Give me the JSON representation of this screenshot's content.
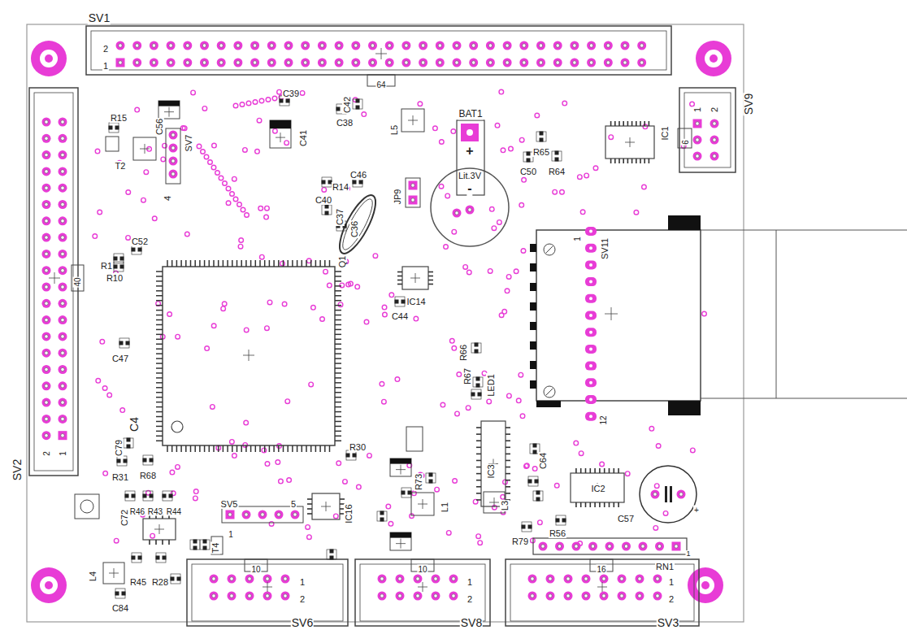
{
  "diagram": {
    "labels": [
      "SV1",
      "2",
      "1",
      "64",
      "SV9",
      "1",
      "2",
      "6",
      "C39",
      "C42",
      "C38",
      "C41",
      "L5",
      "BAT1",
      "+",
      "Lit.3V",
      "-",
      "R15",
      "C56",
      "SV7",
      "T2",
      "4",
      "C46",
      "R14",
      "C40",
      "C37",
      "C36",
      "JP9",
      "C50",
      "R65",
      "R64",
      "IC1",
      "SV11",
      "1",
      "C52",
      "R1",
      "R10",
      "40",
      "Q1",
      "IC14",
      "C44",
      "C47",
      "R66",
      "LED1",
      "R67",
      "12",
      "C4",
      "C79",
      "SV2",
      "2",
      "1",
      "R31",
      "R68",
      "R30",
      "C64",
      "IC3",
      "R73",
      "IC2",
      "C57",
      "+",
      "SV5",
      "5",
      "1",
      "IC16",
      "L1",
      "L3",
      "R56",
      "R79",
      "RN1",
      "1",
      "C72",
      "R46",
      "R43",
      "R44",
      "T4",
      "L4",
      "R45",
      "R28",
      "C84",
      "SV6",
      "10",
      "1",
      "2",
      "SV8",
      "10",
      "1",
      "2",
      "SV3",
      "16",
      "1",
      "2"
    ]
  }
}
